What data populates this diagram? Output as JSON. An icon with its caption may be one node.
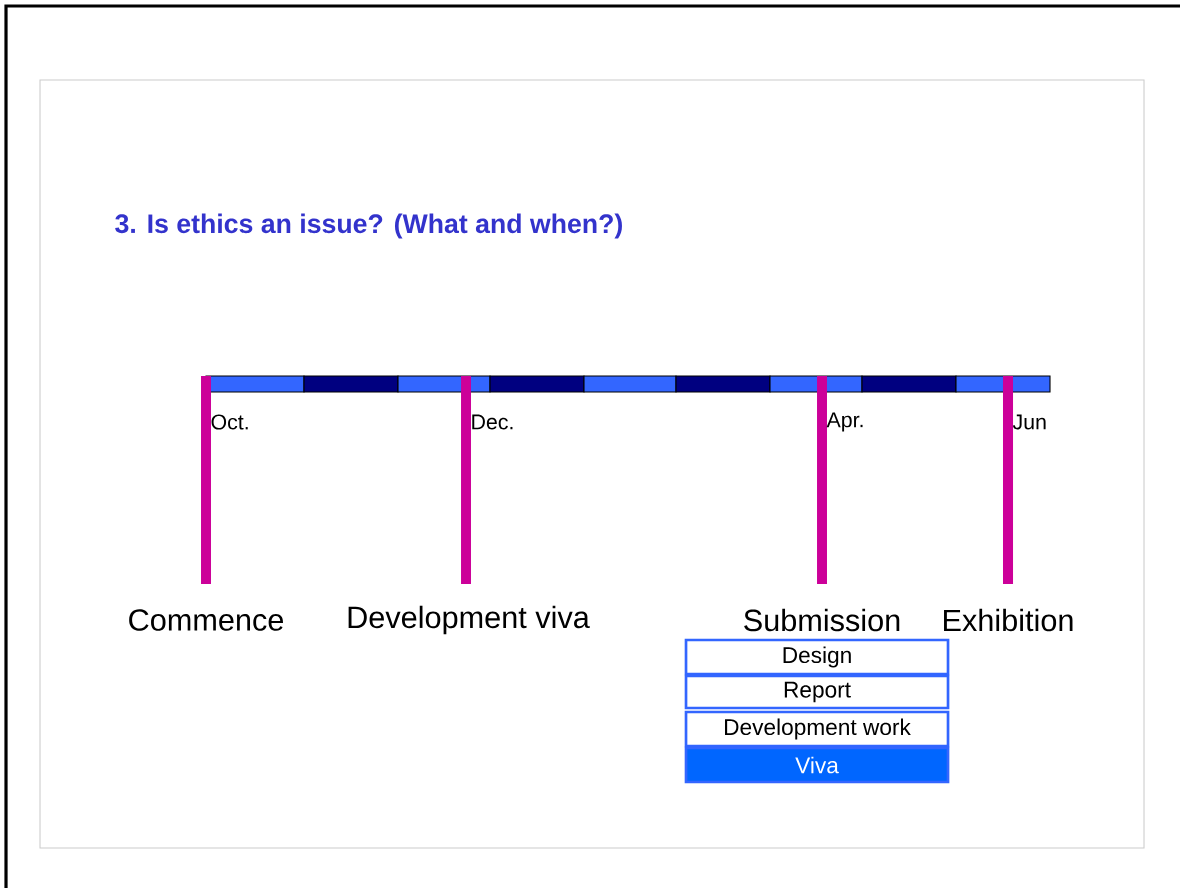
{
  "diagram": {
    "title": "3. Is ethics an issue? (What and when?)",
    "nodes": [
      {
        "text": [
          "Commence"
        ]
      },
      {
        "text": [
          "Development viva"
        ]
      },
      {
        "text": [
          "Submission"
        ]
      },
      {
        "text": [
          "Exhibition"
        ]
      },
      {
        "text": [
          "Design"
        ]
      },
      {
        "text": [
          "Report"
        ]
      },
      {
        "text": [
          "Development work"
        ]
      },
      {
        "text": [
          "Viva"
        ]
      }
    ],
    "labels": [
      "Oct.",
      "Dec.",
      "Apr.",
      "Jun"
    ]
  }
}
